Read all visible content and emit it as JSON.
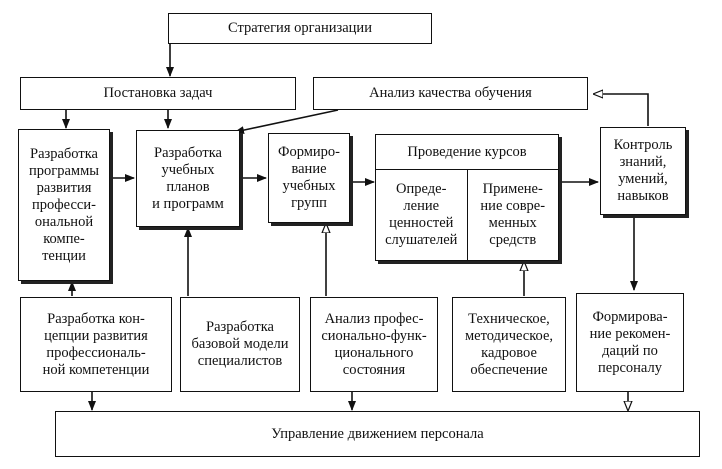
{
  "nodes": {
    "strategy": "Стратегия организации",
    "tasks": "Постановка задач",
    "quality": "Анализ качества обучения",
    "program": "Разработка\nпрограммы\nразвития\nпрофесси-\nональной\nкомпе-\nтенции",
    "plans": "Разработка\nучебных\nпланов\nи программ",
    "groups": "Формиро-\nвание\nучебных\nгрупп",
    "courses": "Проведение курсов",
    "values": "Опреде-\nление\nценностей\nслушателей",
    "tools": "Примене-\nние совре-\nменных\nсредств",
    "control": "Контроль\nзнаний,\nумений,\nнавыков",
    "concept": "Разработка кон-\nцепции развития\nпрофессиональ-\nной компетенции",
    "model": "Разработка\nбазовой модели\nспециалистов",
    "analysis": "Анализ профес-\nсионально-функ-\nционального\nсостояния",
    "support": "Техническое,\nметодическое,\nкадровое\nобеспечение",
    "recs": "Формирова-\nние рекомен-\nдаций по\nперсоналу",
    "movement": "Управление движением персонала"
  }
}
